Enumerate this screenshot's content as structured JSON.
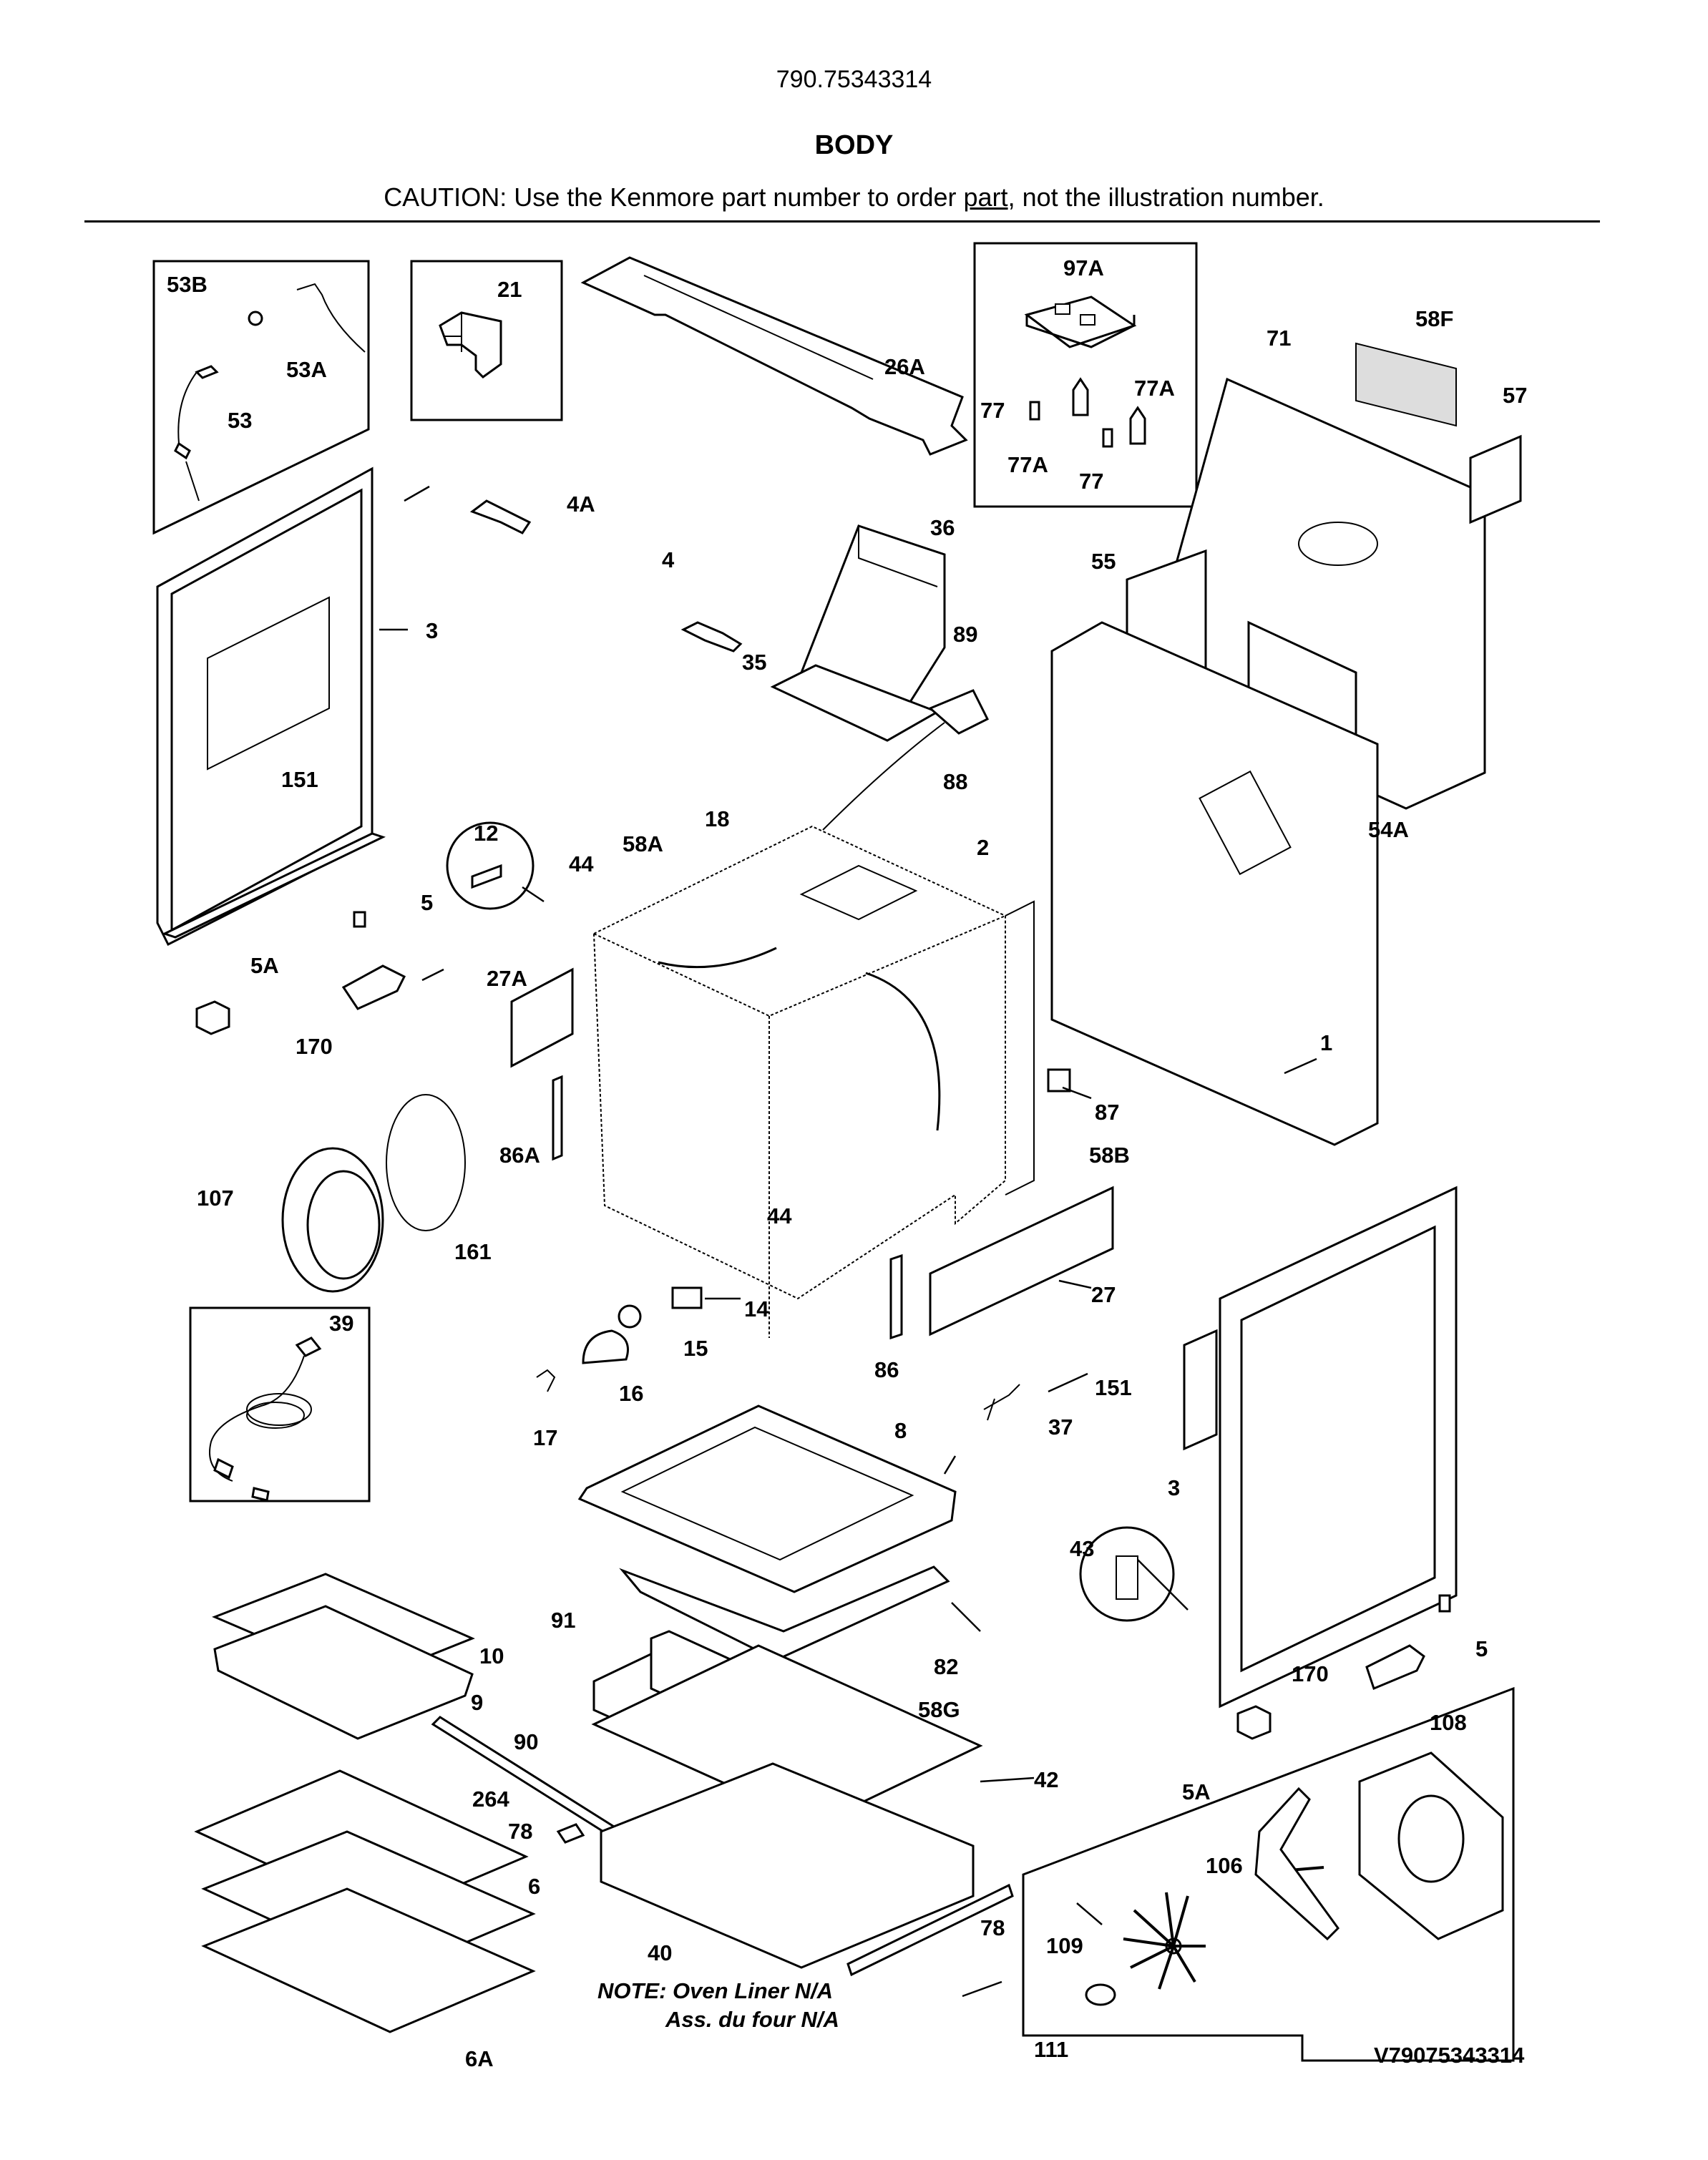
{
  "header": {
    "model_number": "790.75343314",
    "title": "BODY",
    "caution_prefix": "CAUTION: Use the Kenmore part number to order ",
    "caution_underlined": "part",
    "caution_suffix": ", not the illustration number."
  },
  "callouts": [
    "53B",
    "53A",
    "53",
    "21",
    "26A",
    "97A",
    "58F",
    "71",
    "57",
    "77",
    "77A",
    "77A",
    "77",
    "4A",
    "36",
    "55",
    "3",
    "4",
    "89",
    "35",
    "151",
    "88",
    "54A",
    "12",
    "44",
    "18",
    "58A",
    "2",
    "5",
    "5A",
    "27A",
    "1",
    "170",
    "87",
    "86A",
    "58B",
    "107",
    "161",
    "44",
    "14",
    "27",
    "39",
    "15",
    "86",
    "151",
    "16",
    "17",
    "37",
    "8",
    "3",
    "43",
    "10",
    "91",
    "82",
    "5",
    "9",
    "170",
    "58G",
    "90",
    "42",
    "108",
    "264",
    "78",
    "5A",
    "106",
    "6",
    "109",
    "78",
    "40",
    "111",
    "6A"
  ],
  "note": {
    "line1": "NOTE: Oven Liner N/A",
    "line2": "Ass. du four N/A"
  },
  "document_id": "V79075343314"
}
